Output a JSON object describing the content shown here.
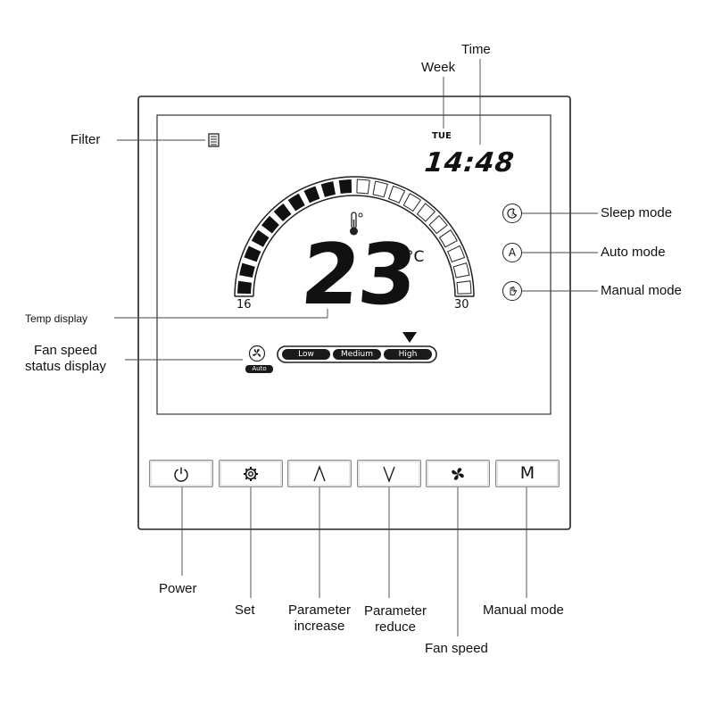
{
  "lcd": {
    "week": "TUE",
    "time": "14:48",
    "temperature": "23",
    "temp_unit": "°C",
    "scale_min": "16",
    "scale_max": "30",
    "arc_segments_total": 20,
    "arc_segments_lit": 10,
    "fan_auto_badge": "Auto",
    "fan_speeds": [
      "Low",
      "Medium",
      "High"
    ],
    "fan_speed_selected": "High"
  },
  "buttons": {
    "manual_mode_symbol": "M"
  },
  "mode_icons": {
    "auto_symbol": "A"
  },
  "callouts": {
    "filter": "Filter",
    "week": "Week",
    "time": "Time",
    "sleep_mode": "Sleep mode",
    "auto_mode": "Auto mode",
    "manual_mode_right": "Manual mode",
    "temp_display": "Temp display",
    "fan_status_line1": "Fan speed",
    "fan_status_line2": "status display",
    "power": "Power",
    "set": "Set",
    "param_increase_line1": "Parameter",
    "param_increase_line2": "increase",
    "param_reduce_line1": "Parameter",
    "param_reduce_line2": "reduce",
    "fan_speed": "Fan speed",
    "manual_mode_bottom": "Manual mode"
  }
}
